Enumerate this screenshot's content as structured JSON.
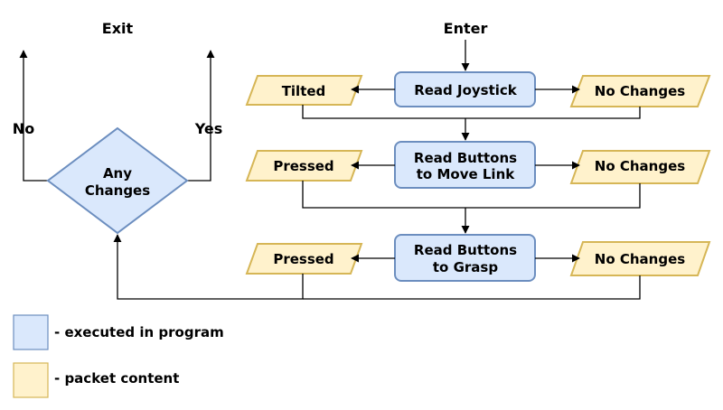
{
  "labels": {
    "exit": "Exit",
    "enter": "Enter",
    "no": "No",
    "yes": "Yes"
  },
  "decision": {
    "line1": "Any",
    "line2": "Changes"
  },
  "rows": [
    {
      "process": [
        "Read Joystick"
      ],
      "left": "Tilted",
      "right": "No Changes"
    },
    {
      "process": [
        "Read Buttons",
        "to Move Link"
      ],
      "left": "Pressed",
      "right": "No Changes"
    },
    {
      "process": [
        "Read Buttons",
        "to Grasp"
      ],
      "left": "Pressed",
      "right": "No Changes"
    }
  ],
  "legend": [
    {
      "text": "- executed in program",
      "color": "#dae8fc",
      "border": "#6c8ebf"
    },
    {
      "text": "- packet content",
      "color": "#fff2cc",
      "border": "#d6b656"
    }
  ],
  "colors": {
    "process_fill": "#dae8fc",
    "process_stroke": "#6c8ebf",
    "packet_fill": "#fff2cc",
    "packet_stroke": "#d6b656"
  }
}
